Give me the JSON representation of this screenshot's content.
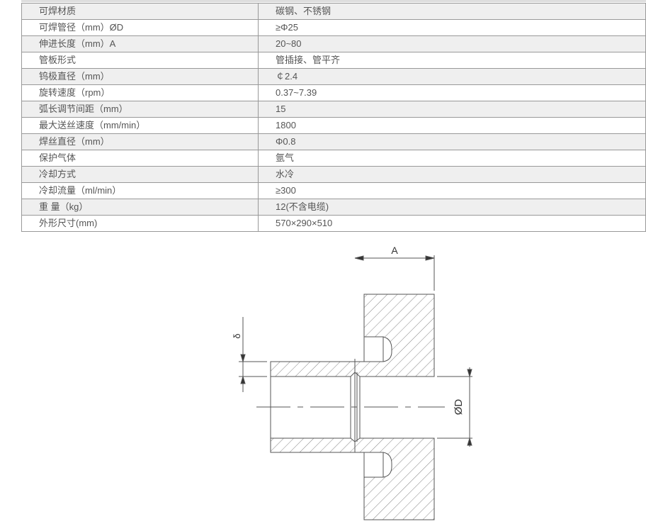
{
  "specs": [
    {
      "label": "可焊材质",
      "value": "碳钢、不锈钢"
    },
    {
      "label": "可焊管径（mm）ØD",
      "value": "≥Φ25"
    },
    {
      "label": "伸进长度（mm）A",
      "value": "20~80"
    },
    {
      "label": "管板形式",
      "value": "管插接、管平齐"
    },
    {
      "label": "钨极直径（mm）",
      "value": "￠2.4"
    },
    {
      "label": "旋转速度（rpm）",
      "value": "0.37~7.39"
    },
    {
      "label": "弧长调节间距（mm）",
      "value": "15"
    },
    {
      "label": "最大送丝速度（mm/min）",
      "value": "1800"
    },
    {
      "label": "焊丝直径（mm）",
      "value": "Φ0.8"
    },
    {
      "label": "保护气体",
      "value": "氩气"
    },
    {
      "label": "冷却方式",
      "value": "水冷"
    },
    {
      "label": "冷却流量（ml/min）",
      "value": "≥300"
    },
    {
      "label": "重 量（kg）",
      "value": "12(不含电缆)"
    },
    {
      "label": "外形尺寸(mm)",
      "value": "570×290×510"
    }
  ],
  "drawing": {
    "dim_a": "A",
    "dim_delta": "δ",
    "dim_d": "ØD"
  }
}
